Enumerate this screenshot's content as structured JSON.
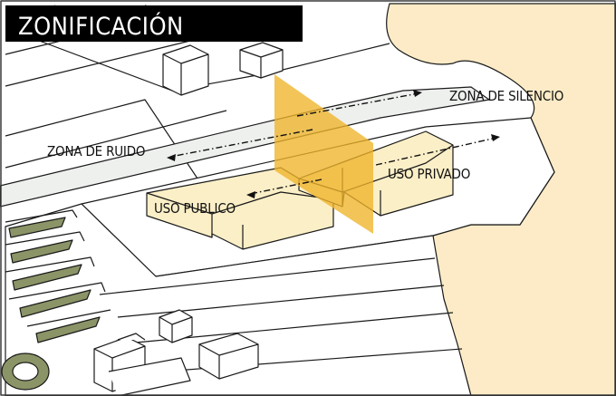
{
  "title": "ZONIFICACIÓN",
  "labels": {
    "zona_silencio": "ZONA DE SILENCIO",
    "zona_ruido": "ZONA DE RUIDO",
    "uso_privado": "USO PRIVADO",
    "uso_publico": "USO PUBLICO"
  },
  "colors": {
    "land": "#fcebc6",
    "building": "#fbefc7",
    "buffer_plane": "#f0b429",
    "outline": "#1a1a1a",
    "road": "#eef0ee",
    "garden": "#8a9467",
    "title_bg": "#000000",
    "title_text": "#ffffff"
  }
}
